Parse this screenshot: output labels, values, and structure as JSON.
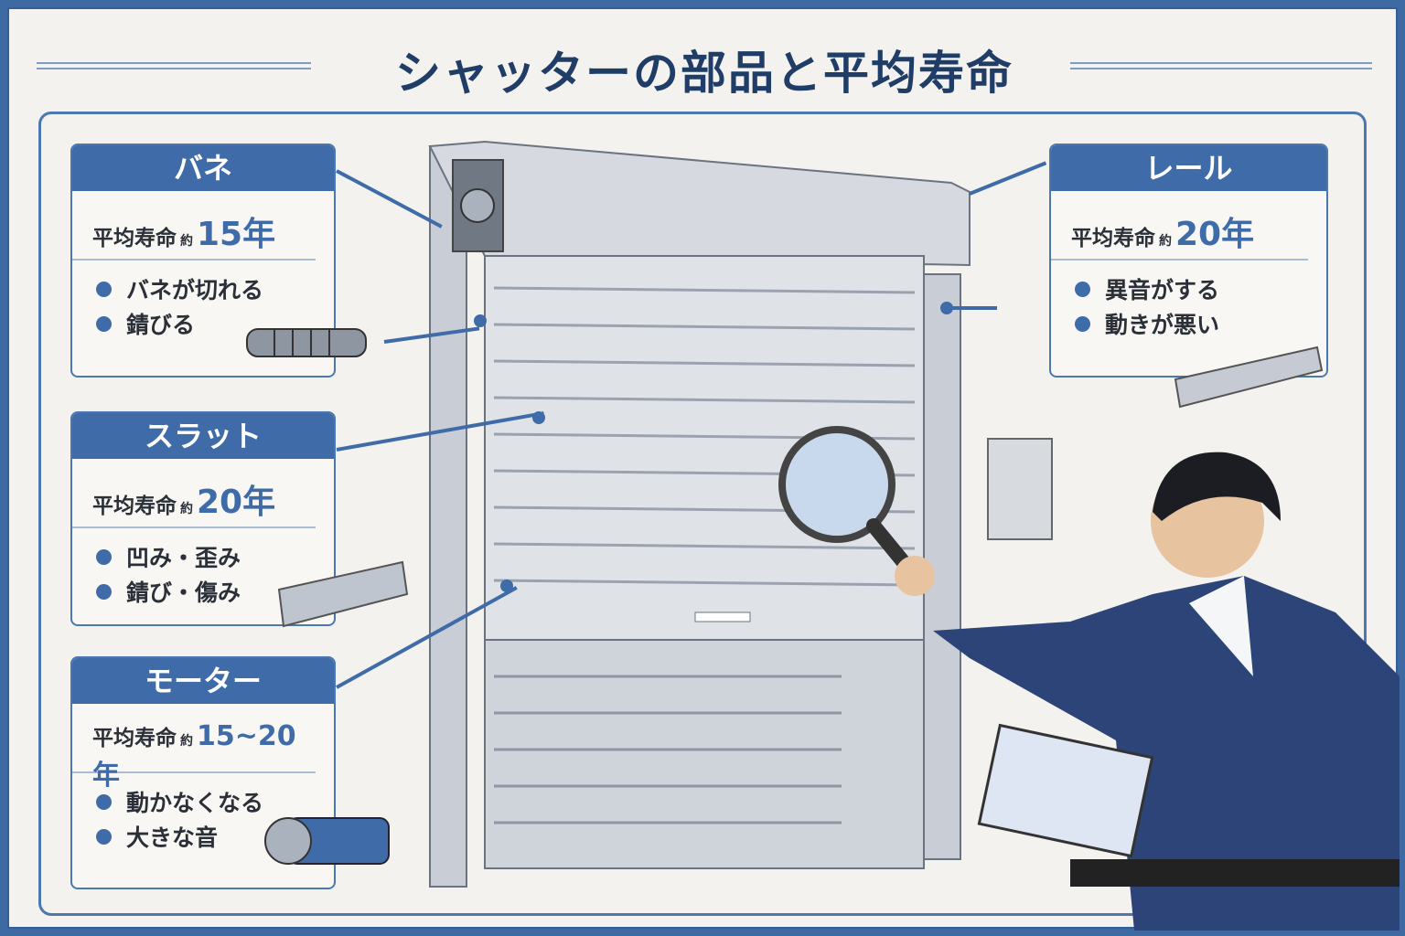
{
  "title": "シャッターの部品と平均寿命",
  "life_label": "平均寿命",
  "approx": "約",
  "parts": [
    {
      "name": "バネ",
      "years": "15年",
      "symptoms": [
        "バネが切れる",
        "錆びる"
      ]
    },
    {
      "name": "スラット",
      "years": "20年",
      "symptoms": [
        "凹み・歪み",
        "錆び・傷み"
      ]
    },
    {
      "name": "モーター",
      "years": "15~20年",
      "symptoms": [
        "動かなくなる",
        "大きな音"
      ]
    },
    {
      "name": "レール",
      "years": "20年",
      "symptoms": [
        "異音がする",
        "動きが悪い"
      ]
    }
  ],
  "colors": {
    "accent": "#3f6ca8",
    "text": "#2a2f38",
    "title": "#1f3d66"
  }
}
